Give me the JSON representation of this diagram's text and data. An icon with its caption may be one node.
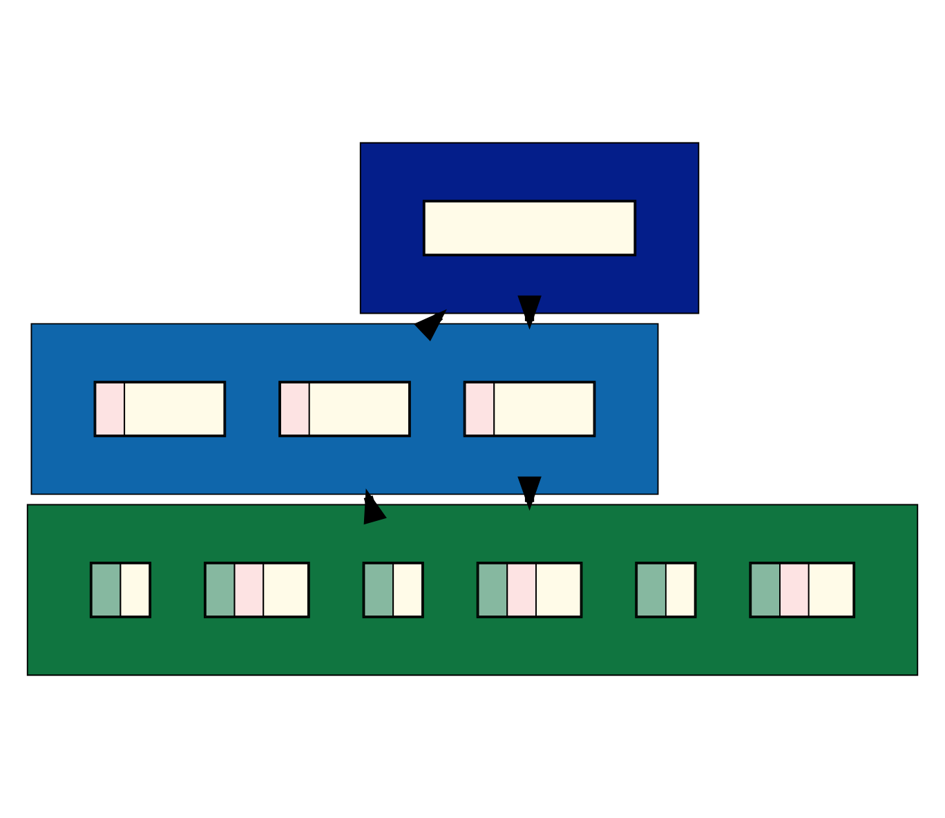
{
  "diagram": {
    "nodes": [
      {
        "text": [],
        "shape": "box"
      },
      {
        "text": [],
        "shape": "box",
        "in": 0
      },
      {
        "text": [],
        "shape": "box"
      },
      {
        "text": [],
        "shape": "box",
        "in": 2
      },
      {
        "text": [],
        "shape": "box",
        "in": 2
      },
      {
        "text": [],
        "shape": "box",
        "in": 2
      },
      {
        "text": [],
        "shape": "box"
      },
      {
        "text": [],
        "shape": "box",
        "in": 6
      },
      {
        "text": [],
        "shape": "box",
        "in": 6
      },
      {
        "text": [],
        "shape": "box",
        "in": 6
      },
      {
        "text": [],
        "shape": "box",
        "in": 6
      },
      {
        "text": [],
        "shape": "box",
        "in": 6
      },
      {
        "text": [],
        "shape": "box",
        "in": 6
      }
    ],
    "edges": [
      {
        "from": 0,
        "to": 2,
        "arrow": "to"
      },
      {
        "from": 2,
        "to": 0,
        "arrow": "to"
      },
      {
        "from": 2,
        "to": 6,
        "arrow": "to"
      },
      {
        "from": 6,
        "to": 2,
        "arrow": "to"
      }
    ]
  }
}
